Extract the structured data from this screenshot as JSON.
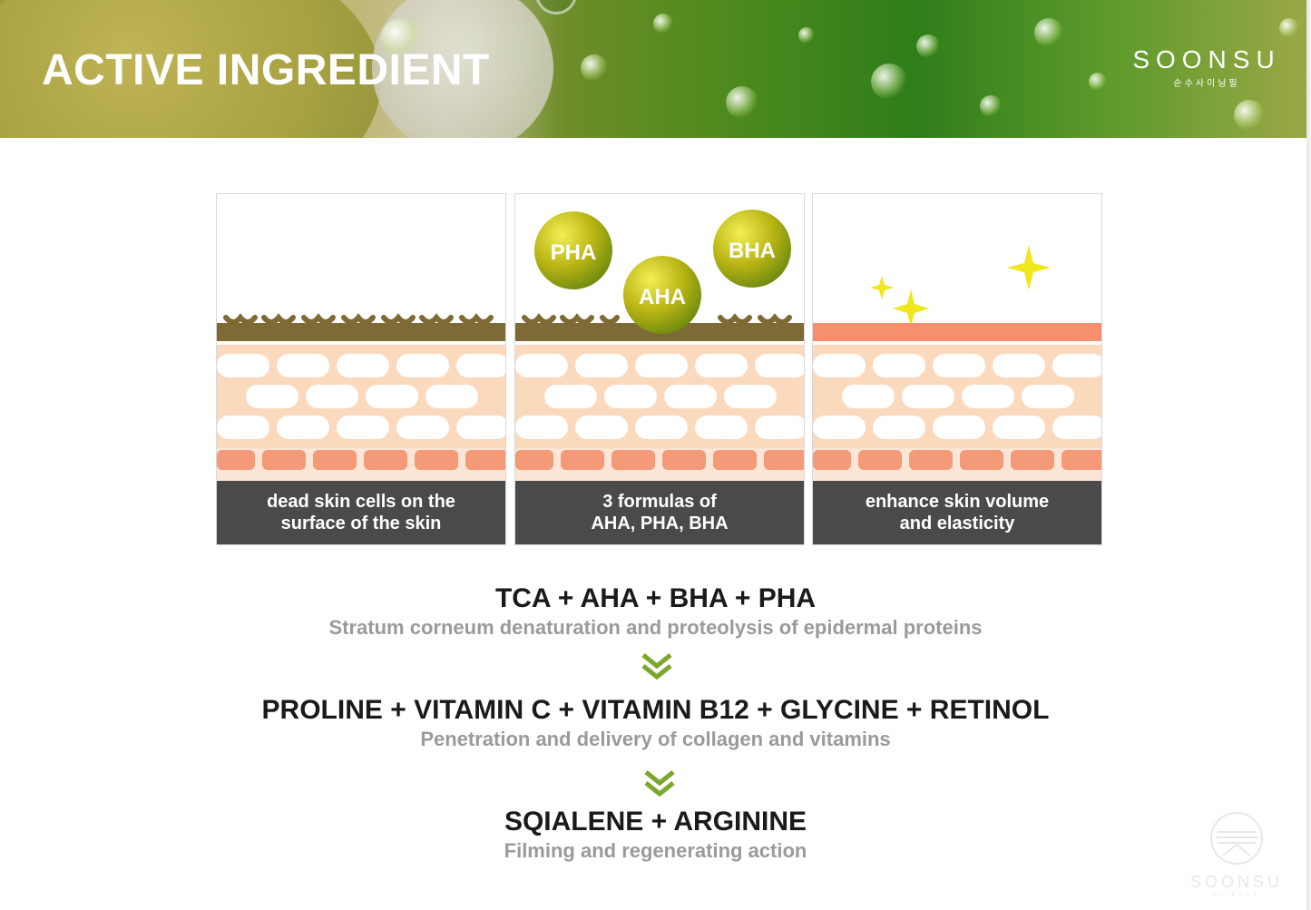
{
  "header": {
    "title": "ACTIVE INGREDIENT",
    "brand_name": "SOONSU",
    "brand_sub": "순수사이닝필"
  },
  "panels": [
    {
      "caption_line1": "dead skin cells on the",
      "caption_line2": "surface of the skin"
    },
    {
      "caption_line1": "3 formulas of",
      "caption_line2": "AHA, PHA, BHA",
      "badges": [
        "PHA",
        "AHA",
        "BHA"
      ]
    },
    {
      "caption_line1": "enhance skin volume",
      "caption_line2": "and elasticity"
    }
  ],
  "steps": [
    {
      "main": "TCA + AHA + BHA + PHA",
      "desc": "Stratum corneum denaturation and proteolysis of epidermal proteins"
    },
    {
      "main": "PROLINE + VITAMIN C + VITAMIN B12 + GLYCINE + RETINOL",
      "desc": "Penetration and delivery of collagen and vitamins"
    },
    {
      "main": "SQIALENE + ARGININE",
      "desc": "Filming and regenerating action"
    }
  ],
  "watermark": {
    "name": "SOONSU",
    "sub": "SCIENCE"
  },
  "colors": {
    "header_green": "#2f7e1a",
    "dead_cell_brown": "#7d6a35",
    "skin_peach": "#fbd9bd",
    "cell_salmon": "#f49a78",
    "renewed_layer": "#f78f6e",
    "caption_bg": "#4a4a4a",
    "chevron_green": "#7ba82a",
    "sparkle_yellow": "#f1e61a",
    "badge_yellow": "#c9c414"
  }
}
